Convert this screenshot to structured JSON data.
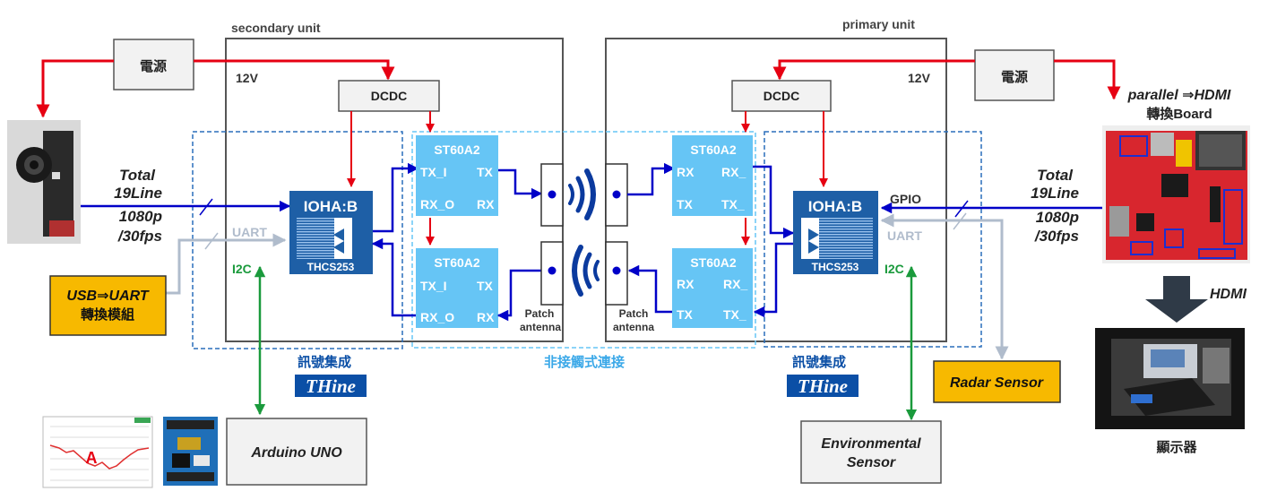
{
  "secondary": {
    "title": "secondary unit",
    "power": "電源",
    "voltage": "12V",
    "dcdc": "DCDC",
    "chip_top": "ST60A2",
    "chip_bottom": "ST60A2",
    "pin_tx_i": "TX_I",
    "pin_tx": "TX",
    "pin_rx_o": "RX_O",
    "pin_rx": "RX",
    "pin_tx_i_b": "TX_I",
    "pin_tx_b": "TX",
    "pin_rx_o_b": "RX_O",
    "pin_rx_b": "RX",
    "ioha_name": "IOHA:B",
    "ioha_part": "THCS253",
    "uart": "UART",
    "i2c": "I2C",
    "total_line1": "Total",
    "total_line2": "19Line",
    "video_line1": "1080p",
    "video_line2": "/30fps",
    "usb_line1": "USB⇒UART",
    "usb_line2": "轉換模組",
    "antenna_line1": "Patch",
    "antenna_line2": "antenna",
    "integration_label": "訊號集成",
    "logo": "THine",
    "arduino": "Arduino UNO",
    "graph_letter": "A"
  },
  "primary": {
    "title": "primary unit",
    "power": "電源",
    "voltage": "12V",
    "dcdc": "DCDC",
    "chip_top": "ST60A2",
    "chip_bottom": "ST60A2",
    "pin_rx": "RX",
    "pin_rx_": "RX_",
    "pin_tx": "TX",
    "pin_tx_": "TX_",
    "pin_rx_b": "RX",
    "pin_rx_b2": "RX_",
    "pin_tx_b": "TX",
    "pin_tx_b2": "TX_",
    "ioha_name": "IOHA:B",
    "ioha_part": "THCS253",
    "gpio": "GPIO",
    "uart": "UART",
    "i2c": "I2C",
    "total_line1": "Total",
    "total_line2": "19Line",
    "video_line1": "1080p",
    "video_line2": "/30fps",
    "antenna_line1": "Patch",
    "antenna_line2": "antenna",
    "integration_label": "訊號集成",
    "logo": "THine",
    "board_line1": "parallel ⇒HDMI",
    "board_line2": "轉換Board",
    "hdmi": "HDMI",
    "display": "顯示器",
    "radar": "Radar Sensor",
    "env_line1": "Environmental",
    "env_line2": "Sensor"
  },
  "contactless_label": "非接觸式連接",
  "colors": {
    "power": "#e60012",
    "signal": "#0000c8",
    "uart": "#b0bccc",
    "i2c": "#1a9a3c",
    "chip": "#66c5f5",
    "ioha": "#1e5fa6",
    "integration_border": "#2a6ebb",
    "contactless_border": "#66c5f5",
    "unit_border": "#555555",
    "highlight": "#f7b900",
    "logo_blue": "#0b4fa6"
  }
}
